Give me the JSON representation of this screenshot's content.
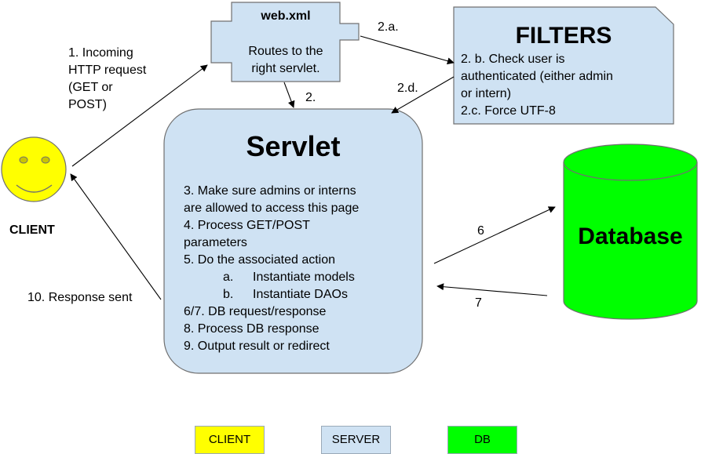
{
  "colors": {
    "client": "#ffff00",
    "server": "#cfe2f3",
    "db": "#00ff00",
    "stroke": "#707070"
  },
  "client": {
    "label": "CLIENT"
  },
  "webxml": {
    "title": "web.xml",
    "lines": [
      "Routes to the",
      "right servlet."
    ]
  },
  "filters": {
    "title": "FILTERS",
    "lines": [
      "2. b. Check user is",
      "authenticated (either admin",
      "or intern)",
      "2.c. Force UTF-8"
    ]
  },
  "servlet": {
    "title": "Servlet",
    "lines": [
      "3. Make sure admins or interns",
      "are allowed to access this page",
      "4. Process GET/POST",
      "parameters",
      "5. Do the associated action"
    ],
    "subitems": [
      {
        "marker": "a.",
        "text": "Instantiate models"
      },
      {
        "marker": "b.",
        "text": "Instantiate DAOs"
      }
    ],
    "lines_after": [
      "6/7. DB request/response",
      "8. Process DB response",
      "9. Output result or redirect"
    ]
  },
  "database": {
    "title": "Database"
  },
  "edges": {
    "incoming": [
      "1. Incoming",
      "HTTP request",
      "(GET or",
      "POST)"
    ],
    "step_2a": "2.a.",
    "step_2": "2.",
    "step_2d": "2.d.",
    "step_6": "6",
    "step_7": "7",
    "response": "10. Response sent"
  },
  "legend": {
    "client": "CLIENT",
    "server": "SERVER",
    "db": "DB"
  }
}
